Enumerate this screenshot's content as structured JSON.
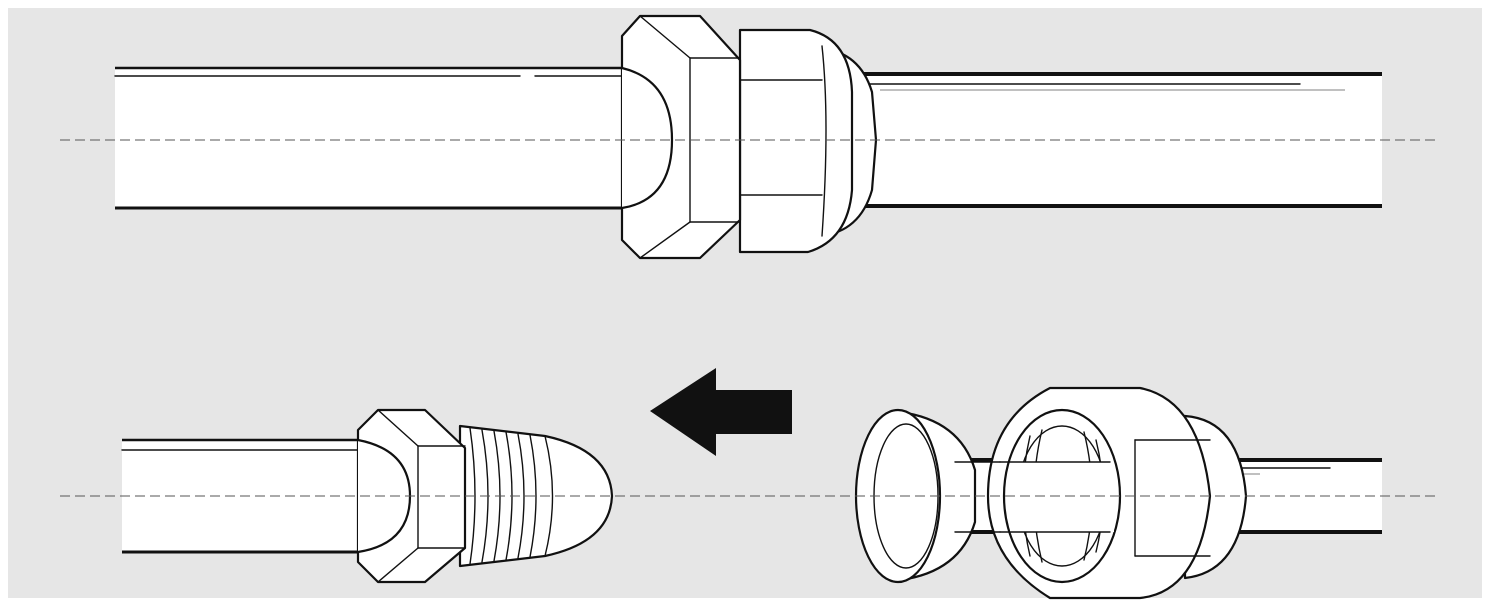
{
  "diagram": {
    "background_color": "#e6e6e6",
    "line_color": "#111111",
    "part_fill": "#ffffff",
    "arrow_color": "#111111",
    "arrow_direction": "left",
    "upper_view": [
      "tube",
      "hex-fitting-body",
      "flare-nut",
      "tube"
    ],
    "lower_view": [
      "tube",
      "male-flare-fitting",
      "arrow",
      "flared-tube-end",
      "flare-nut",
      "tube"
    ]
  }
}
